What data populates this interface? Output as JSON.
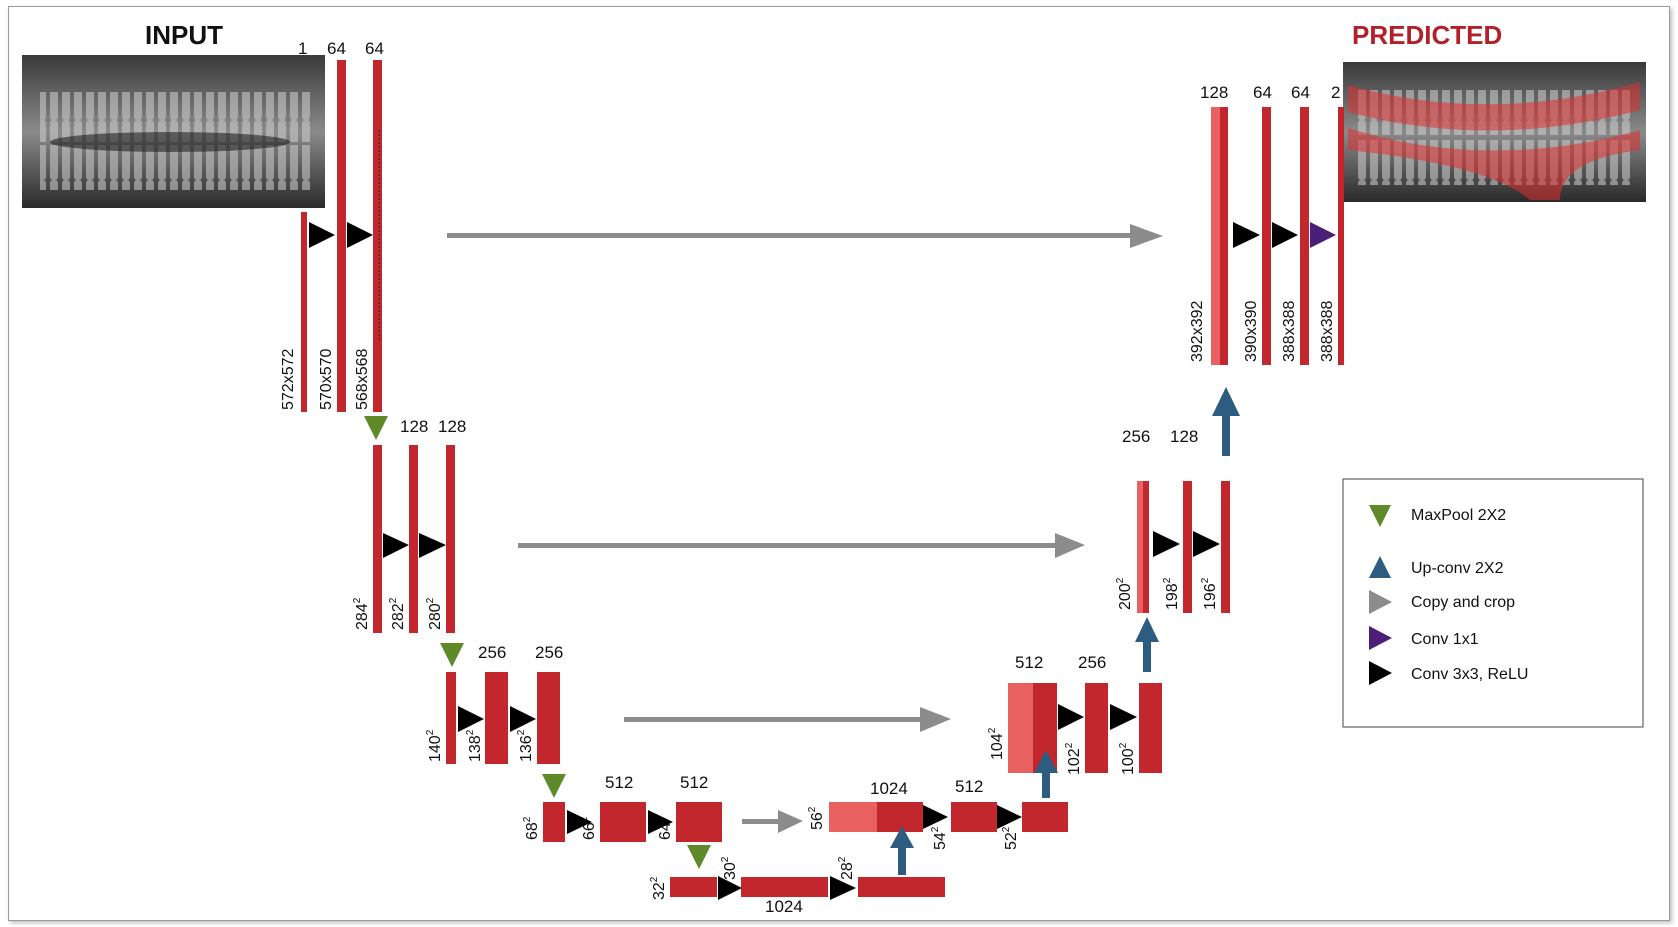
{
  "titles": {
    "input": "INPUT",
    "predicted": "PREDICTED"
  },
  "colors": {
    "block": "#c1272d",
    "block_light": "#e8605f",
    "maxpool": "#5e8a2a",
    "upconv": "#2e5c80",
    "copy": "#8c8c8c",
    "conv1x1": "#4b1f78",
    "conv3x3": "#000000",
    "predicted_title": "#b2202a"
  },
  "images": {
    "input": "panoramic-xray-icon",
    "predicted": "panoramic-xray-segmented-icon"
  },
  "channels": {
    "l1": [
      "1",
      "64",
      "64"
    ],
    "l2": [
      "128",
      "128"
    ],
    "l3": [
      "256",
      "256"
    ],
    "l4": [
      "512",
      "512"
    ],
    "bottom": [
      "1024",
      "1024"
    ],
    "d4": [
      "512"
    ],
    "d3": [
      "512",
      "256"
    ],
    "d2": [
      "256",
      "128"
    ],
    "d1": [
      "128",
      "64",
      "64",
      "2"
    ]
  },
  "dims": {
    "l1": [
      "572x572",
      "570x570",
      "568x568"
    ],
    "l2": [
      "284",
      "282",
      "280"
    ],
    "l3": [
      "140",
      "138",
      "136"
    ],
    "l4": [
      "68",
      "66",
      "64"
    ],
    "bottom": [
      "32",
      "30",
      "28"
    ],
    "d4": [
      "56",
      "54",
      "52"
    ],
    "d3": [
      "104",
      "102",
      "100"
    ],
    "d2": [
      "200",
      "198",
      "196"
    ],
    "d1": [
      "392x392",
      "390x390",
      "388x388",
      "388x388"
    ],
    "sup": "2"
  },
  "legend": [
    {
      "label": "MaxPool 2X2",
      "icon": "maxpool-triangle-icon"
    },
    {
      "label": "Up-conv 2X2",
      "icon": "upconv-triangle-icon"
    },
    {
      "label": "Copy and crop",
      "icon": "copy-crop-triangle-icon"
    },
    {
      "label": "Conv 1x1",
      "icon": "conv1x1-triangle-icon"
    },
    {
      "label": "Conv 3x3, ReLU",
      "icon": "conv3x3-triangle-icon"
    }
  ]
}
